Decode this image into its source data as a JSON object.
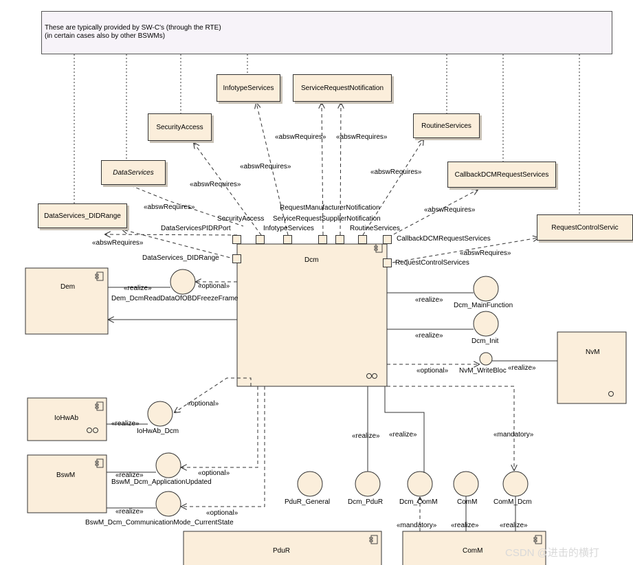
{
  "note": {
    "line1": "These are typically provided by SW-C's (through the RTE)",
    "line2": "(in certain cases also by other BSWMs)"
  },
  "interfaces": {
    "infotype": "InfotypeServices",
    "service_request": "ServiceRequestNotification",
    "security_access": "SecurityAccess",
    "routine": "RoutineServices",
    "data_services": "DataServices",
    "callback": "CallbackDCMRequestServices",
    "did_range": "DataServices_DIDRange",
    "request_control": "RequestControlServic"
  },
  "stereotypes": {
    "absw_requires": "«abswRequires»",
    "realize": "«realize»",
    "optional": "«optional»",
    "mandatory": "«mandatory»"
  },
  "ports": {
    "security_access": "SecurityAccess",
    "pid_rport": "DataServicesPIDRPort",
    "request_manufacturer": "RequestManufacturerNotification",
    "service_request_supplier": "ServiceRequestSupplierNotification",
    "infotype": "InfotypeServices",
    "routine": "RoutineServices",
    "callback": "CallbackDCMRequestServices",
    "did_range": "DataServices_DIDRange",
    "request_control": "RequestControlServices"
  },
  "components": {
    "dcm": "Dcm",
    "dem": "Dem",
    "iohwab": "IoHwAb",
    "bswm": "BswM",
    "nvm": "NvM",
    "pdur": "PduR",
    "comm": "ComM"
  },
  "lollipops": {
    "dem_read": "Dem_DcmReadDataOfOBDFreezeFrame",
    "main_function": "Dcm_MainFunction",
    "init": "Dcm_Init",
    "nvm_write": "NvM_WriteBloc",
    "iohwab_dcm": "IoHwAb_Dcm",
    "bswm_app": "BswM_Dcm_ApplicationUpdated",
    "bswm_comm": "BswM_Dcm_CommunicationMode_CurrentState",
    "pdur_general": "PduR_General",
    "dcm_pdur": "Dcm_PduR",
    "dcm_comm": "Dcm_ComM",
    "comm": "ComM",
    "comm_dcm": "ComM_Dcm"
  },
  "watermark": "CSDN @进击的横打",
  "colors": {
    "fill": "#fbeedb",
    "note_fill": "#f7f3f9",
    "line": "#333333"
  }
}
